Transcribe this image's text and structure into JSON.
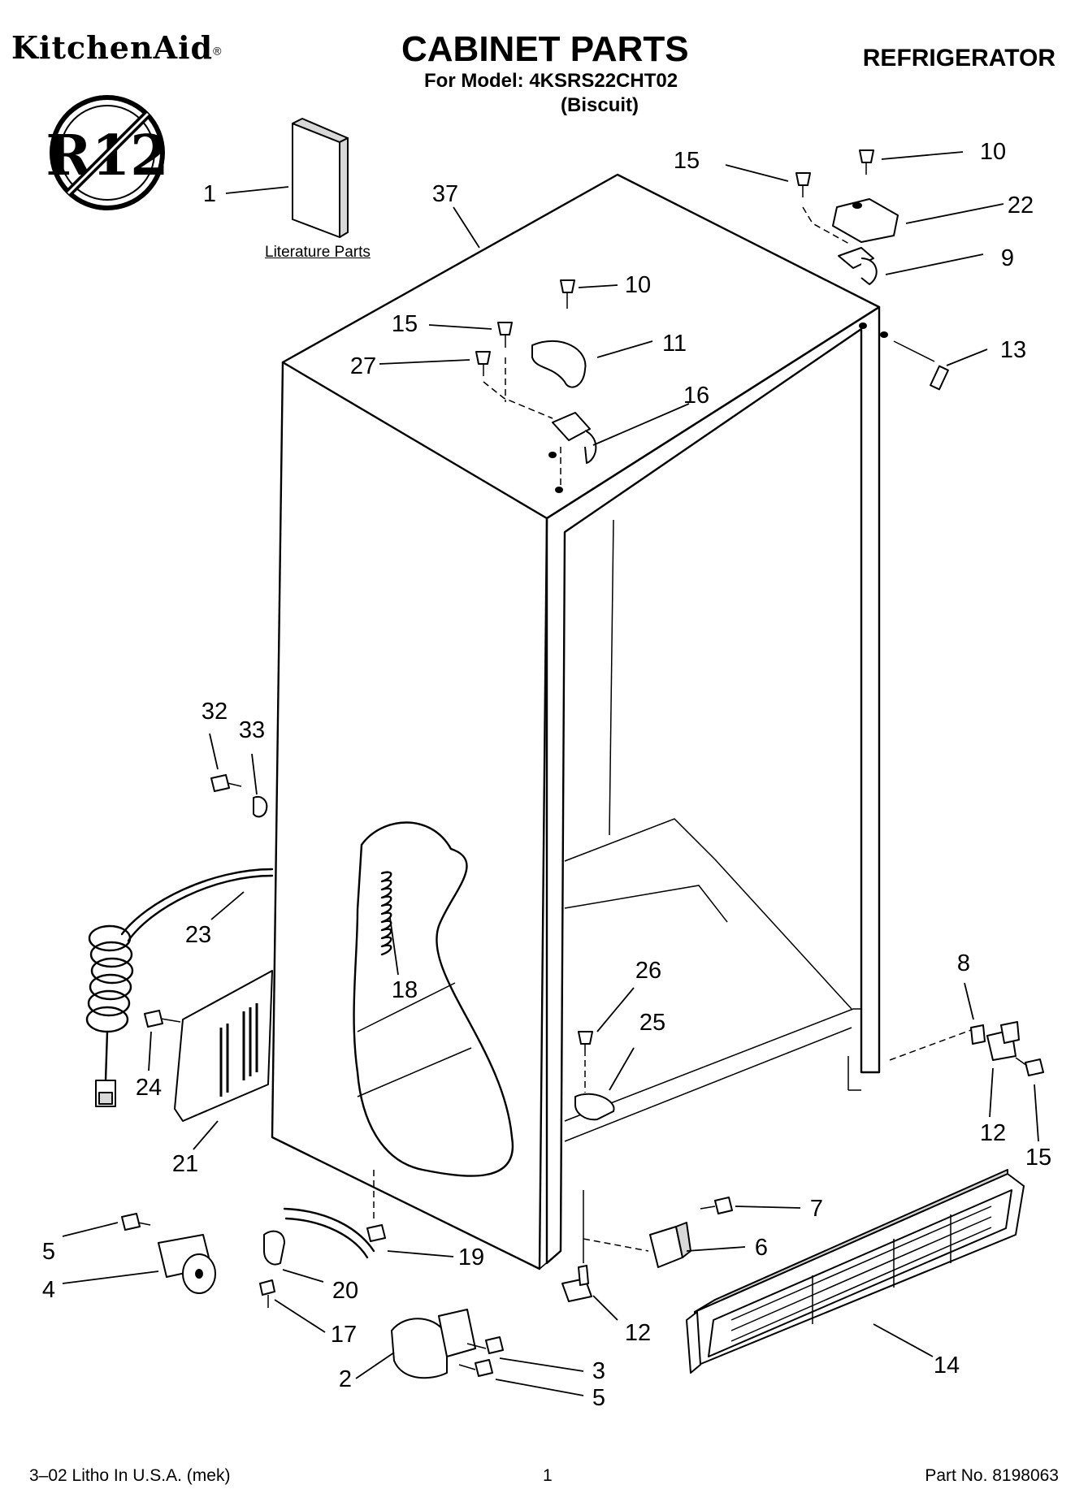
{
  "header": {
    "brand": "KitchenAid",
    "brand_mark": "®",
    "title": "CABINET PARTS",
    "model_line": "For Model: 4KSRS22CHT02",
    "variant": "(Biscuit)",
    "appliance": "REFRIGERATOR"
  },
  "badge": {
    "text": "R12",
    "icon": "no-r12-icon"
  },
  "literature_label": "Literature Parts",
  "callouts": [
    {
      "id": "c1",
      "label": "1"
    },
    {
      "id": "c37",
      "label": "37"
    },
    {
      "id": "c15a",
      "label": "15"
    },
    {
      "id": "c10a",
      "label": "10"
    },
    {
      "id": "c22",
      "label": "22"
    },
    {
      "id": "c9",
      "label": "9"
    },
    {
      "id": "c10b",
      "label": "10"
    },
    {
      "id": "c15b",
      "label": "15"
    },
    {
      "id": "c11",
      "label": "11"
    },
    {
      "id": "c27",
      "label": "27"
    },
    {
      "id": "c13",
      "label": "13"
    },
    {
      "id": "c16",
      "label": "16"
    },
    {
      "id": "c32",
      "label": "32"
    },
    {
      "id": "c33",
      "label": "33"
    },
    {
      "id": "c23",
      "label": "23"
    },
    {
      "id": "c18",
      "label": "18"
    },
    {
      "id": "c26",
      "label": "26"
    },
    {
      "id": "c25",
      "label": "25"
    },
    {
      "id": "c8",
      "label": "8"
    },
    {
      "id": "c12a",
      "label": "12"
    },
    {
      "id": "c15c",
      "label": "15"
    },
    {
      "id": "c24",
      "label": "24"
    },
    {
      "id": "c21",
      "label": "21"
    },
    {
      "id": "c7",
      "label": "7"
    },
    {
      "id": "c6",
      "label": "6"
    },
    {
      "id": "c5a",
      "label": "5"
    },
    {
      "id": "c19",
      "label": "19"
    },
    {
      "id": "c4",
      "label": "4"
    },
    {
      "id": "c20",
      "label": "20"
    },
    {
      "id": "c12b",
      "label": "12"
    },
    {
      "id": "c17",
      "label": "17"
    },
    {
      "id": "c14",
      "label": "14"
    },
    {
      "id": "c3",
      "label": "3"
    },
    {
      "id": "c2",
      "label": "2"
    },
    {
      "id": "c5b",
      "label": "5"
    }
  ],
  "footer": {
    "left": "3–02 Litho In U.S.A. (mek)",
    "page": "1",
    "part_no": "Part No. 8198063"
  }
}
